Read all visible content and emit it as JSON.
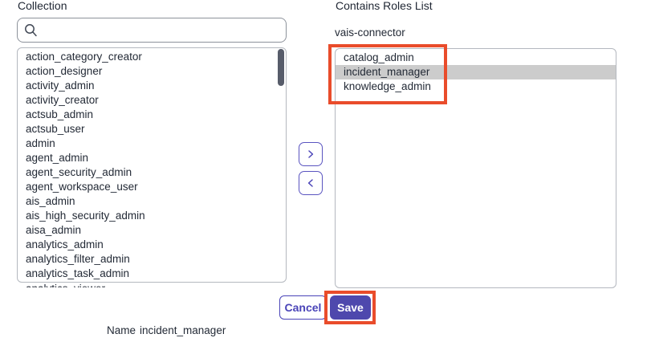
{
  "colors": {
    "accent": "#4a44b8",
    "save_fill": "#4e48ad",
    "annotation": "#e94c2b",
    "selected_row": "#cccccc",
    "scrollbar_thumb": "#575c6a"
  },
  "left_panel": {
    "title": "Collection",
    "search_placeholder": "",
    "search_icon": "search-icon",
    "roles": [
      "action_category_creator",
      "action_designer",
      "activity_admin",
      "activity_creator",
      "actsub_admin",
      "actsub_user",
      "admin",
      "agent_admin",
      "agent_security_admin",
      "agent_workspace_user",
      "ais_admin",
      "ais_high_security_admin",
      "aisa_admin",
      "analytics_admin",
      "analytics_filter_admin",
      "analytics_task_admin"
    ],
    "partial_role": "analytics_viewer"
  },
  "transfer_buttons": {
    "add_icon": "chevron-right-icon",
    "remove_icon": "chevron-left-icon"
  },
  "right_panel": {
    "title": "Contains Roles List",
    "record_name": "vais-connector",
    "roles": [
      {
        "label": "catalog_admin",
        "selected": false
      },
      {
        "label": "incident_manager",
        "selected": true
      },
      {
        "label": "knowledge_admin",
        "selected": false
      }
    ]
  },
  "footer": {
    "cancel_label": "Cancel",
    "save_label": "Save"
  },
  "name_field": {
    "label": "Name",
    "value": "incident_manager"
  }
}
